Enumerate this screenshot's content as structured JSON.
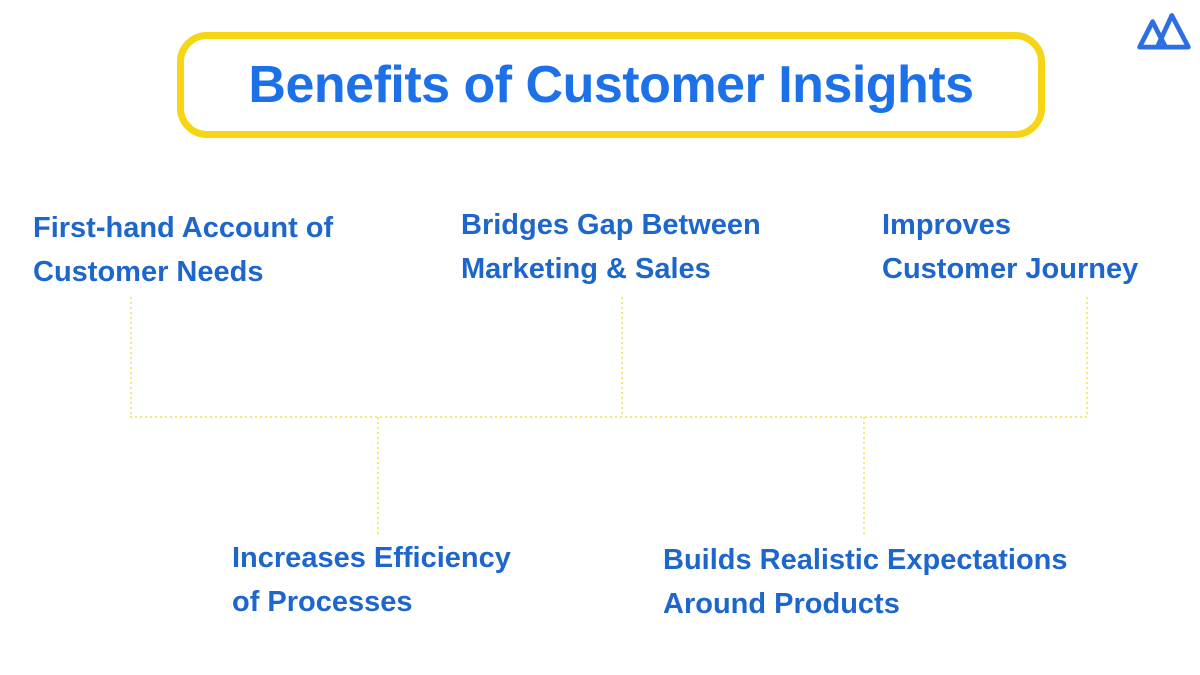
{
  "colors": {
    "background": "#ffffff",
    "title_blue": "#1c70e8",
    "label_blue": "#1d66cc",
    "border_yellow": "#f6d514",
    "line_yellow": "#f3e87c",
    "logo_blue": "#2d6fe2"
  },
  "title": {
    "text": "Benefits of Customer Insights"
  },
  "logo": {
    "name": "mountain-peaks-logo"
  },
  "benefits": [
    {
      "id": "first-hand-account",
      "lines": [
        "First-hand Account of",
        "Customer Needs"
      ]
    },
    {
      "id": "bridges-gap",
      "lines": [
        "Bridges Gap Between",
        "Marketing & Sales"
      ]
    },
    {
      "id": "improves-journey",
      "lines": [
        "Improves",
        "Customer Journey"
      ]
    },
    {
      "id": "increases-efficiency",
      "lines": [
        "Increases Efficiency",
        "of Processes"
      ]
    },
    {
      "id": "builds-expectations",
      "lines": [
        "Builds Realistic Expectations",
        "Around Products"
      ]
    }
  ]
}
